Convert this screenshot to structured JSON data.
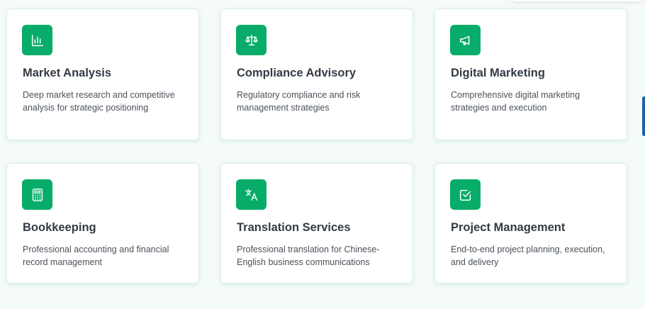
{
  "services": [
    {
      "title": "Market Analysis",
      "description": "Deep market research and competitive analysis for strategic positioning",
      "icon": "bar-chart-icon"
    },
    {
      "title": "Compliance Advisory",
      "description": "Regulatory compliance and risk management strategies",
      "icon": "scale-icon"
    },
    {
      "title": "Digital Marketing",
      "description": "Comprehensive digital marketing strategies and execution",
      "icon": "megaphone-icon"
    },
    {
      "title": "Bookkeeping",
      "description": "Professional accounting and financial record management",
      "icon": "calculator-icon"
    },
    {
      "title": "Translation Services",
      "description": "Professional translation for Chinese-English business communications",
      "icon": "translate-icon"
    },
    {
      "title": "Project Management",
      "description": "End-to-end project planning, execution, and delivery",
      "icon": "check-square-icon"
    }
  ],
  "colors": {
    "accent": "#07ac69",
    "title": "#333b45",
    "text": "#4a525b",
    "background": "#f4fbf8"
  }
}
